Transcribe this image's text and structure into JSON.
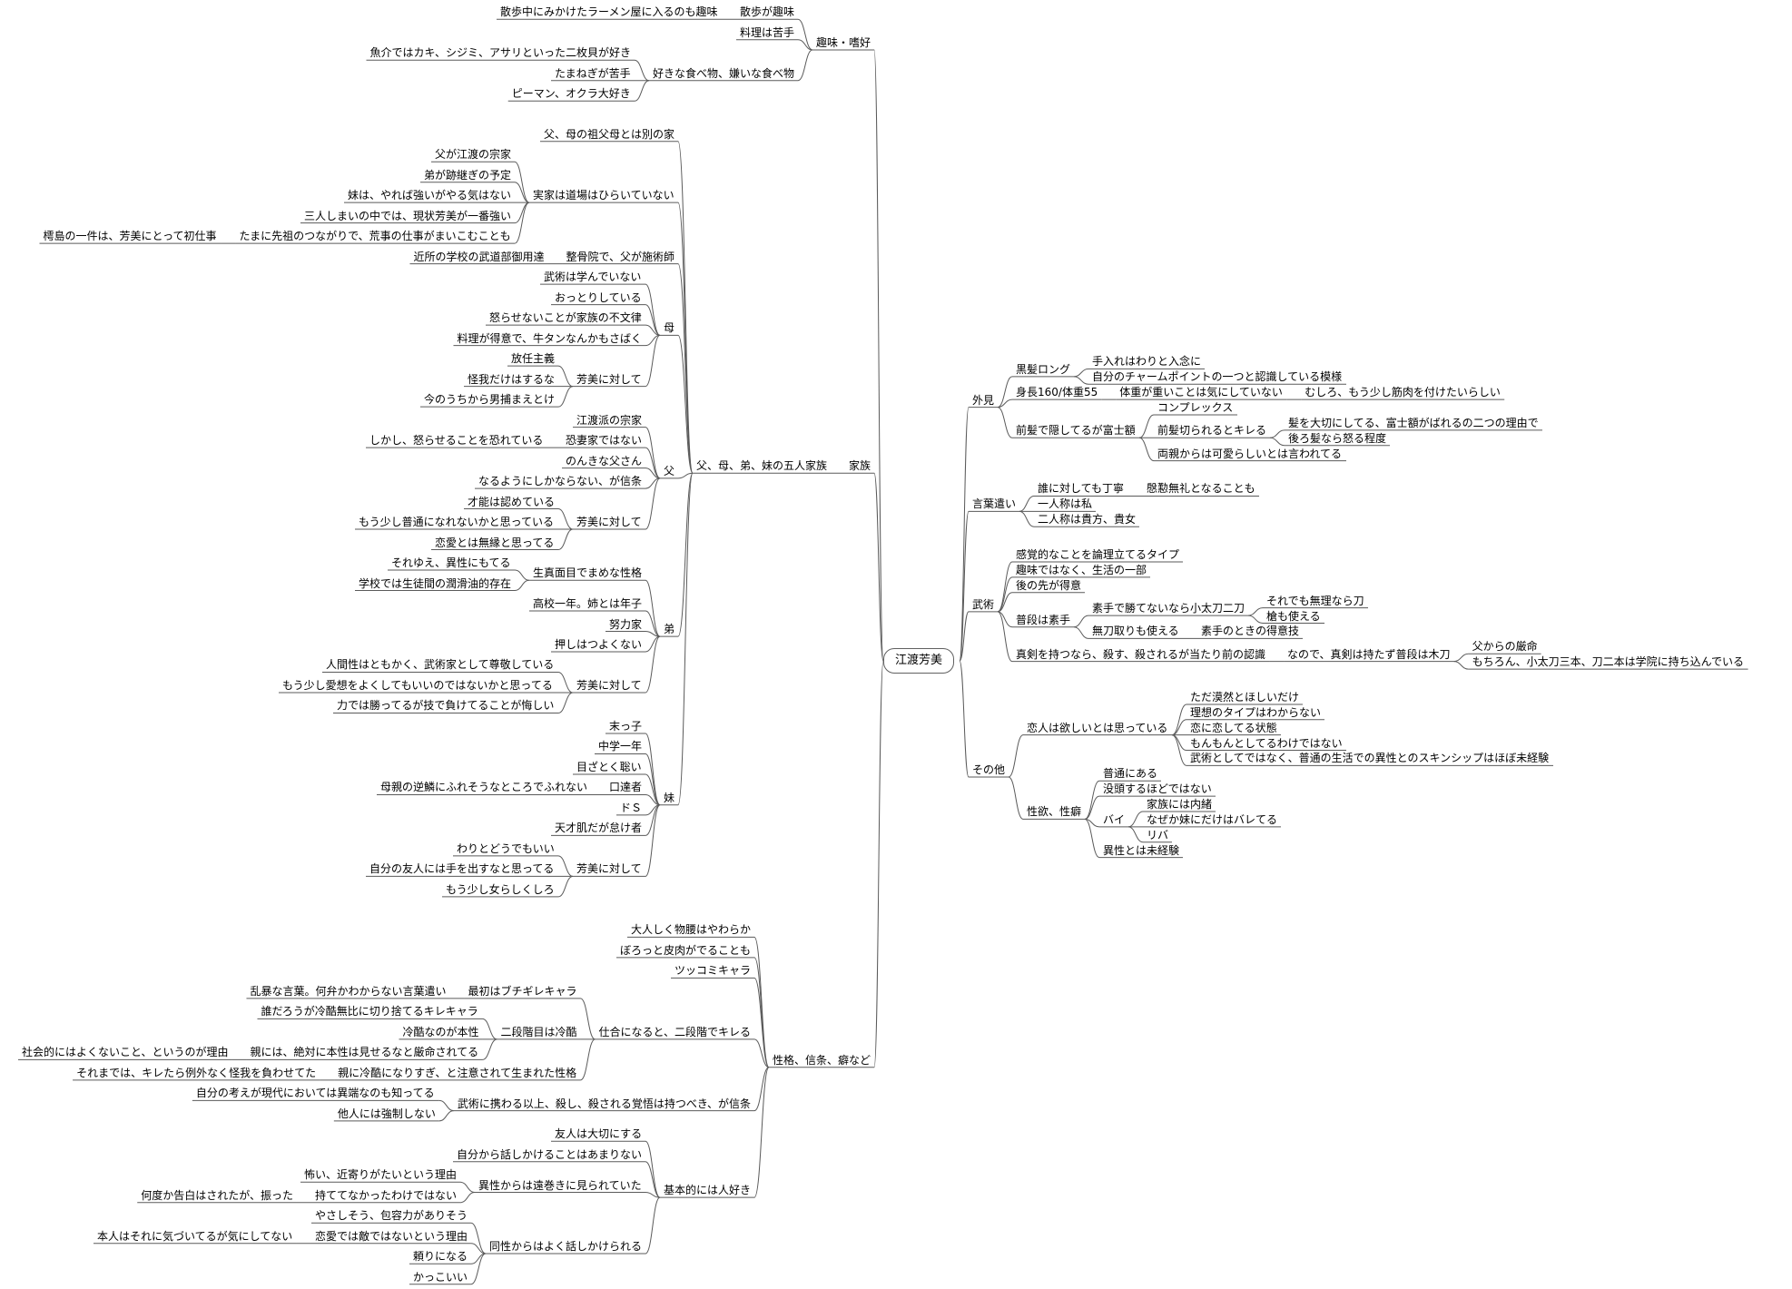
{
  "root": "江渡芳美",
  "right": [
    {
      "t": "外見",
      "c": [
        {
          "t": "黒髪ロング",
          "c": [
            {
              "t": "手入れはわりと入念に"
            },
            {
              "t": "自分のチャームポイントの一つと認識している模様"
            }
          ]
        },
        {
          "t": "身長160/体重55",
          "c": [
            {
              "t": "体重が重いことは気にしていない",
              "c": [
                {
                  "t": "むしろ、もう少し筋肉を付けたいらしい"
                }
              ]
            }
          ]
        },
        {
          "t": "前髪で隠してるが富士額",
          "c": [
            {
              "t": "コンプレックス"
            },
            {
              "t": "前髪切られるとキレる",
              "c": [
                {
                  "t": "髪を大切にしてる、富士額がばれるの二つの理由で"
                },
                {
                  "t": "後ろ髪なら怒る程度"
                }
              ]
            },
            {
              "t": "両親からは可愛らしいとは言われてる"
            }
          ]
        }
      ]
    },
    {
      "t": "言葉遣い",
      "c": [
        {
          "t": "誰に対しても丁寧",
          "c": [
            {
              "t": "慇懃無礼となることも"
            }
          ]
        },
        {
          "t": "一人称は私"
        },
        {
          "t": "二人称は貴方、貴女"
        }
      ]
    },
    {
      "t": "武術",
      "c": [
        {
          "t": "感覚的なことを論理立てるタイプ"
        },
        {
          "t": "趣味ではなく、生活の一部"
        },
        {
          "t": "後の先が得意"
        },
        {
          "t": "普段は素手",
          "c": [
            {
              "t": "素手で勝てないなら小太刀二刀",
              "c": [
                {
                  "t": "それでも無理なら刀"
                },
                {
                  "t": "槍も使える"
                }
              ]
            },
            {
              "t": "無刀取りも使える",
              "c": [
                {
                  "t": "素手のときの得意技"
                }
              ]
            }
          ]
        },
        {
          "t": "真剣を持つなら、殺す、殺されるが当たり前の認識",
          "c": [
            {
              "t": "なので、真剣は持たず普段は木刀",
              "c": [
                {
                  "t": "父からの厳命"
                },
                {
                  "t": "もちろん、小太刀三本、刀二本は学院に持ち込んでいる"
                }
              ]
            }
          ]
        }
      ]
    },
    {
      "t": "その他",
      "c": [
        {
          "t": "恋人は欲しいとは思っている",
          "c": [
            {
              "t": "ただ漠然とほしいだけ"
            },
            {
              "t": "理想のタイプはわからない"
            },
            {
              "t": "恋に恋してる状態"
            },
            {
              "t": "もんもんとしてるわけではない"
            },
            {
              "t": "武術としてではなく、普通の生活での異性とのスキンシップはほぼ未経験"
            }
          ]
        },
        {
          "t": "性欲、性癖",
          "c": [
            {
              "t": "普通にある"
            },
            {
              "t": "没頭するほどではない"
            },
            {
              "t": "バイ",
              "c": [
                {
                  "t": "家族には内緒"
                },
                {
                  "t": "なぜか妹にだけはバレてる"
                },
                {
                  "t": "リバ"
                }
              ]
            },
            {
              "t": "異性とは未経験"
            }
          ]
        }
      ]
    }
  ],
  "left": [
    {
      "t": "趣味・嗜好",
      "c": [
        {
          "t": "散歩が趣味",
          "c": [
            {
              "t": "散歩中にみかけたラーメン屋に入るのも趣味"
            }
          ]
        },
        {
          "t": "料理は苦手"
        },
        {
          "t": "好きな食べ物、嫌いな食べ物",
          "c": [
            {
              "t": "魚介ではカキ、シジミ、アサリといった二枚貝が好き"
            },
            {
              "t": "たまねぎが苦手"
            },
            {
              "t": "ピーマン、オクラ大好き"
            }
          ]
        }
      ]
    },
    {
      "t": "家族",
      "c": [
        {
          "t": "父、母、弟、妹の五人家族",
          "c": [
            {
              "t": "父、母の祖父母とは別の家"
            },
            {
              "t": "実家は道場はひらいていない",
              "c": [
                {
                  "t": "父が江渡の宗家"
                },
                {
                  "t": "弟が跡継ぎの予定"
                },
                {
                  "t": "妹は、やれば強いがやる気はない"
                },
                {
                  "t": "三人しまいの中では、現状芳美が一番強い"
                },
                {
                  "t": "たまに先祖のつながりで、荒事の仕事がまいこむことも",
                  "c": [
                    {
                      "t": "樗島の一件は、芳美にとって初仕事"
                    }
                  ]
                }
              ]
            },
            {
              "t": "整骨院で、父が施術師",
              "c": [
                {
                  "t": "近所の学校の武道部御用達"
                }
              ]
            },
            {
              "t": "母",
              "c": [
                {
                  "t": "武術は学んでいない"
                },
                {
                  "t": "おっとりしている"
                },
                {
                  "t": "怒らせないことが家族の不文律"
                },
                {
                  "t": "料理が得意で、牛タンなんかもさばく"
                },
                {
                  "t": "芳美に対して",
                  "c": [
                    {
                      "t": "放任主義"
                    },
                    {
                      "t": "怪我だけはするな"
                    },
                    {
                      "t": "今のうちから男捕まえとけ"
                    }
                  ]
                }
              ]
            },
            {
              "t": "父",
              "c": [
                {
                  "t": "江渡派の宗家"
                },
                {
                  "t": "恐妻家ではない",
                  "c": [
                    {
                      "t": "しかし、怒らせることを恐れている"
                    }
                  ]
                },
                {
                  "t": "のんきな父さん"
                },
                {
                  "t": "なるようにしかならない、が信条"
                },
                {
                  "t": "芳美に対して",
                  "c": [
                    {
                      "t": "才能は認めている"
                    },
                    {
                      "t": "もう少し普通になれないかと思っている"
                    },
                    {
                      "t": "恋愛とは無縁と思ってる"
                    }
                  ]
                }
              ]
            },
            {
              "t": "弟",
              "c": [
                {
                  "t": "生真面目でまめな性格",
                  "c": [
                    {
                      "t": "それゆえ、異性にもてる"
                    },
                    {
                      "t": "学校では生徒間の潤滑油的存在"
                    }
                  ]
                },
                {
                  "t": "高校一年。姉とは年子"
                },
                {
                  "t": "努力家"
                },
                {
                  "t": "押しはつよくない"
                },
                {
                  "t": "芳美に対して",
                  "c": [
                    {
                      "t": "人間性はともかく、武術家として尊敬している"
                    },
                    {
                      "t": "もう少し愛想をよくしてもいいのではないかと思ってる"
                    },
                    {
                      "t": "力では勝ってるが技で負けてることが悔しい"
                    }
                  ]
                }
              ]
            },
            {
              "t": "妹",
              "c": [
                {
                  "t": "末っ子"
                },
                {
                  "t": "中学一年"
                },
                {
                  "t": "目ざとく聡い"
                },
                {
                  "t": "口達者",
                  "c": [
                    {
                      "t": "母親の逆鱗にふれそうなところでふれない"
                    }
                  ]
                },
                {
                  "t": "ドＳ"
                },
                {
                  "t": "天才肌だが怠け者"
                },
                {
                  "t": "芳美に対して",
                  "c": [
                    {
                      "t": "わりとどうでもいい"
                    },
                    {
                      "t": "自分の友人には手を出すなと思ってる"
                    },
                    {
                      "t": "もう少し女らしくしろ"
                    }
                  ]
                }
              ]
            }
          ]
        }
      ]
    },
    {
      "t": "性格、信条、癖など",
      "c": [
        {
          "t": "大人しく物腰はやわらか"
        },
        {
          "t": "ぼろっと皮肉がでることも"
        },
        {
          "t": "ツッコミキャラ"
        },
        {
          "t": "仕合になると、二段階でキレる",
          "c": [
            {
              "t": "最初はブチギレキャラ",
              "c": [
                {
                  "t": "乱暴な言葉。何弁かわからない言葉遣い"
                }
              ]
            },
            {
              "t": "二段階目は冷酷",
              "c": [
                {
                  "t": "誰だろうが冷酷無比に切り捨てるキレキャラ"
                },
                {
                  "t": "冷酷なのが本性"
                },
                {
                  "t": "親には、絶対に本性は見せるなと厳命されてる",
                  "c": [
                    {
                      "t": "社会的にはよくないこと、というのが理由"
                    }
                  ]
                }
              ]
            },
            {
              "t": "親に冷酷になりすぎ、と注意されて生まれた性格",
              "c": [
                {
                  "t": "それまでは、キレたら例外なく怪我を負わせてた"
                }
              ]
            }
          ]
        },
        {
          "t": "武術に携わる以上、殺し、殺される覚悟は持つべき、が信条",
          "c": [
            {
              "t": "自分の考えが現代においては異端なのも知ってる"
            },
            {
              "t": "他人には強制しない"
            }
          ]
        },
        {
          "t": "基本的には人好き",
          "c": [
            {
              "t": "友人は大切にする"
            },
            {
              "t": "自分から話しかけることはあまりない"
            },
            {
              "t": "異性からは遠巻きに見られていた",
              "c": [
                {
                  "t": "怖い、近寄りがたいという理由"
                },
                {
                  "t": "持ててなかったわけではない",
                  "c": [
                    {
                      "t": "何度か告白はされたが、振った"
                    }
                  ]
                }
              ]
            },
            {
              "t": "同性からはよく話しかけられる",
              "c": [
                {
                  "t": "やさしそう、包容力がありそう"
                },
                {
                  "t": "恋愛では敵ではないという理由",
                  "c": [
                    {
                      "t": "本人はそれに気づいてるが気にしてない"
                    }
                  ]
                },
                {
                  "t": "頼りになる"
                },
                {
                  "t": "かっこいい"
                }
              ]
            }
          ]
        }
      ]
    }
  ]
}
